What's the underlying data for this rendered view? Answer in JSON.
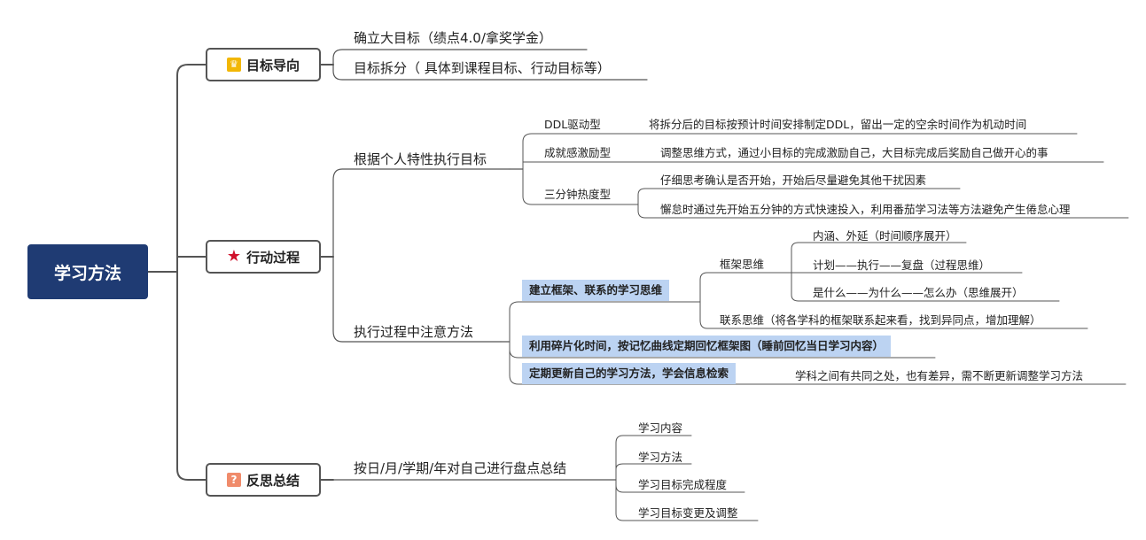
{
  "root": {
    "label": "学习方法"
  },
  "goal": {
    "label": "目标导向",
    "icon": "trophy-icon",
    "items": [
      "确立大目标（绩点4.0/拿奖学金）",
      "目标拆分（ 具体到课程目标、行动目标等）"
    ]
  },
  "action": {
    "label": "行动过程",
    "icon": "star-icon",
    "traits": {
      "label": "根据个人特性执行目标",
      "ddl": {
        "label": "DDL驱动型",
        "note": "将拆分后的目标按预计时间安排制定DDL，留出一定的空余时间作为机动时间"
      },
      "achieve": {
        "label": "成就感激励型",
        "note": "调整思维方式，通过小目标的完成激励自己，大目标完成后奖励自己做开心的事"
      },
      "three": {
        "label": "三分钟热度型",
        "notes": [
          "仔细思考确认是否开始，开始后尽量避免其他干扰因素",
          "懈怠时通过先开始五分钟的方式快速投入，利用番茄学习法等方法避免产生倦怠心理"
        ]
      }
    },
    "method": {
      "label": "执行过程中注意方法",
      "framework": {
        "label": "建立框架、联系的学习思维",
        "frame_thinking": {
          "label": "框架思维",
          "items": [
            "内涵、外延（时间顺序展开）",
            "计划——执行——复盘（过程思维）",
            "是什么——为什么——怎么办（思维展开）"
          ]
        },
        "link_thinking": "联系思维（将各学科的框架联系起来看，找到异同点，增加理解）"
      },
      "fragment": "利用碎片化时间，按记忆曲线定期回忆框架图（睡前回忆当日学习内容）",
      "update": {
        "label": "定期更新自己的学习方法，学会信息检索",
        "note": "学科之间有共同之处，也有差异，需不断更新调整学习方法"
      }
    }
  },
  "reflect": {
    "label": "反思总结",
    "icon": "question-icon",
    "main": "按日/月/学期/年对自己进行盘点总结",
    "items": [
      "学习内容",
      "学习方法",
      "学习目标完成程度",
      "学习目标变更及调整"
    ]
  },
  "colors": {
    "root_bg": "#1f3b73",
    "highlight": "#bcd3f2",
    "line": "#555555",
    "star": "#d0112b",
    "trophy": "#f2b705",
    "question": "#f08b6b"
  }
}
